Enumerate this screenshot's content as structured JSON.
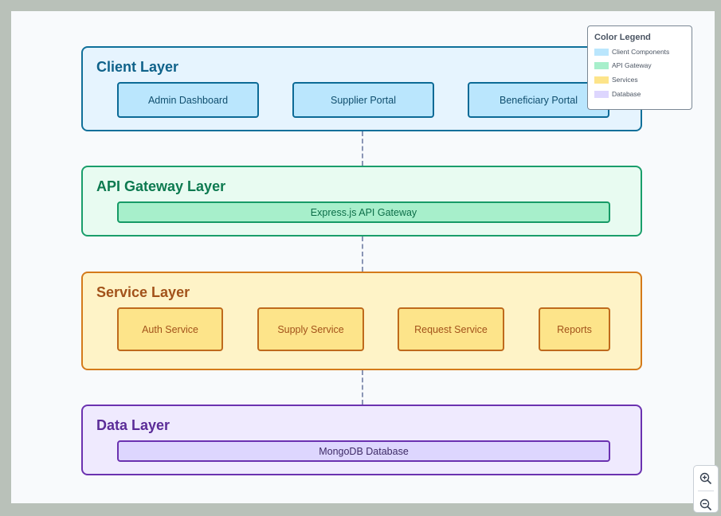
{
  "layers": {
    "client": {
      "title": "Client Layer",
      "components": [
        "Admin Dashboard",
        "Supplier Portal",
        "Beneficiary Portal"
      ]
    },
    "api": {
      "title": "API Gateway Layer",
      "components": [
        "Express.js API Gateway"
      ]
    },
    "service": {
      "title": "Service Layer",
      "components": [
        "Auth Service",
        "Supply Service",
        "Request Service",
        "Reports"
      ]
    },
    "data": {
      "title": "Data Layer",
      "components": [
        "MongoDB Database"
      ]
    }
  },
  "legend": {
    "title": "Color Legend",
    "items": [
      {
        "label": "Client Components",
        "color": "#bae6fd"
      },
      {
        "label": "API Gateway",
        "color": "#a7efcb"
      },
      {
        "label": "Services",
        "color": "#fde48a"
      },
      {
        "label": "Database",
        "color": "#ddd6fe"
      }
    ]
  },
  "controls": {
    "zoom_in_icon": "zoom-in-icon",
    "zoom_out_icon": "zoom-out-icon"
  }
}
